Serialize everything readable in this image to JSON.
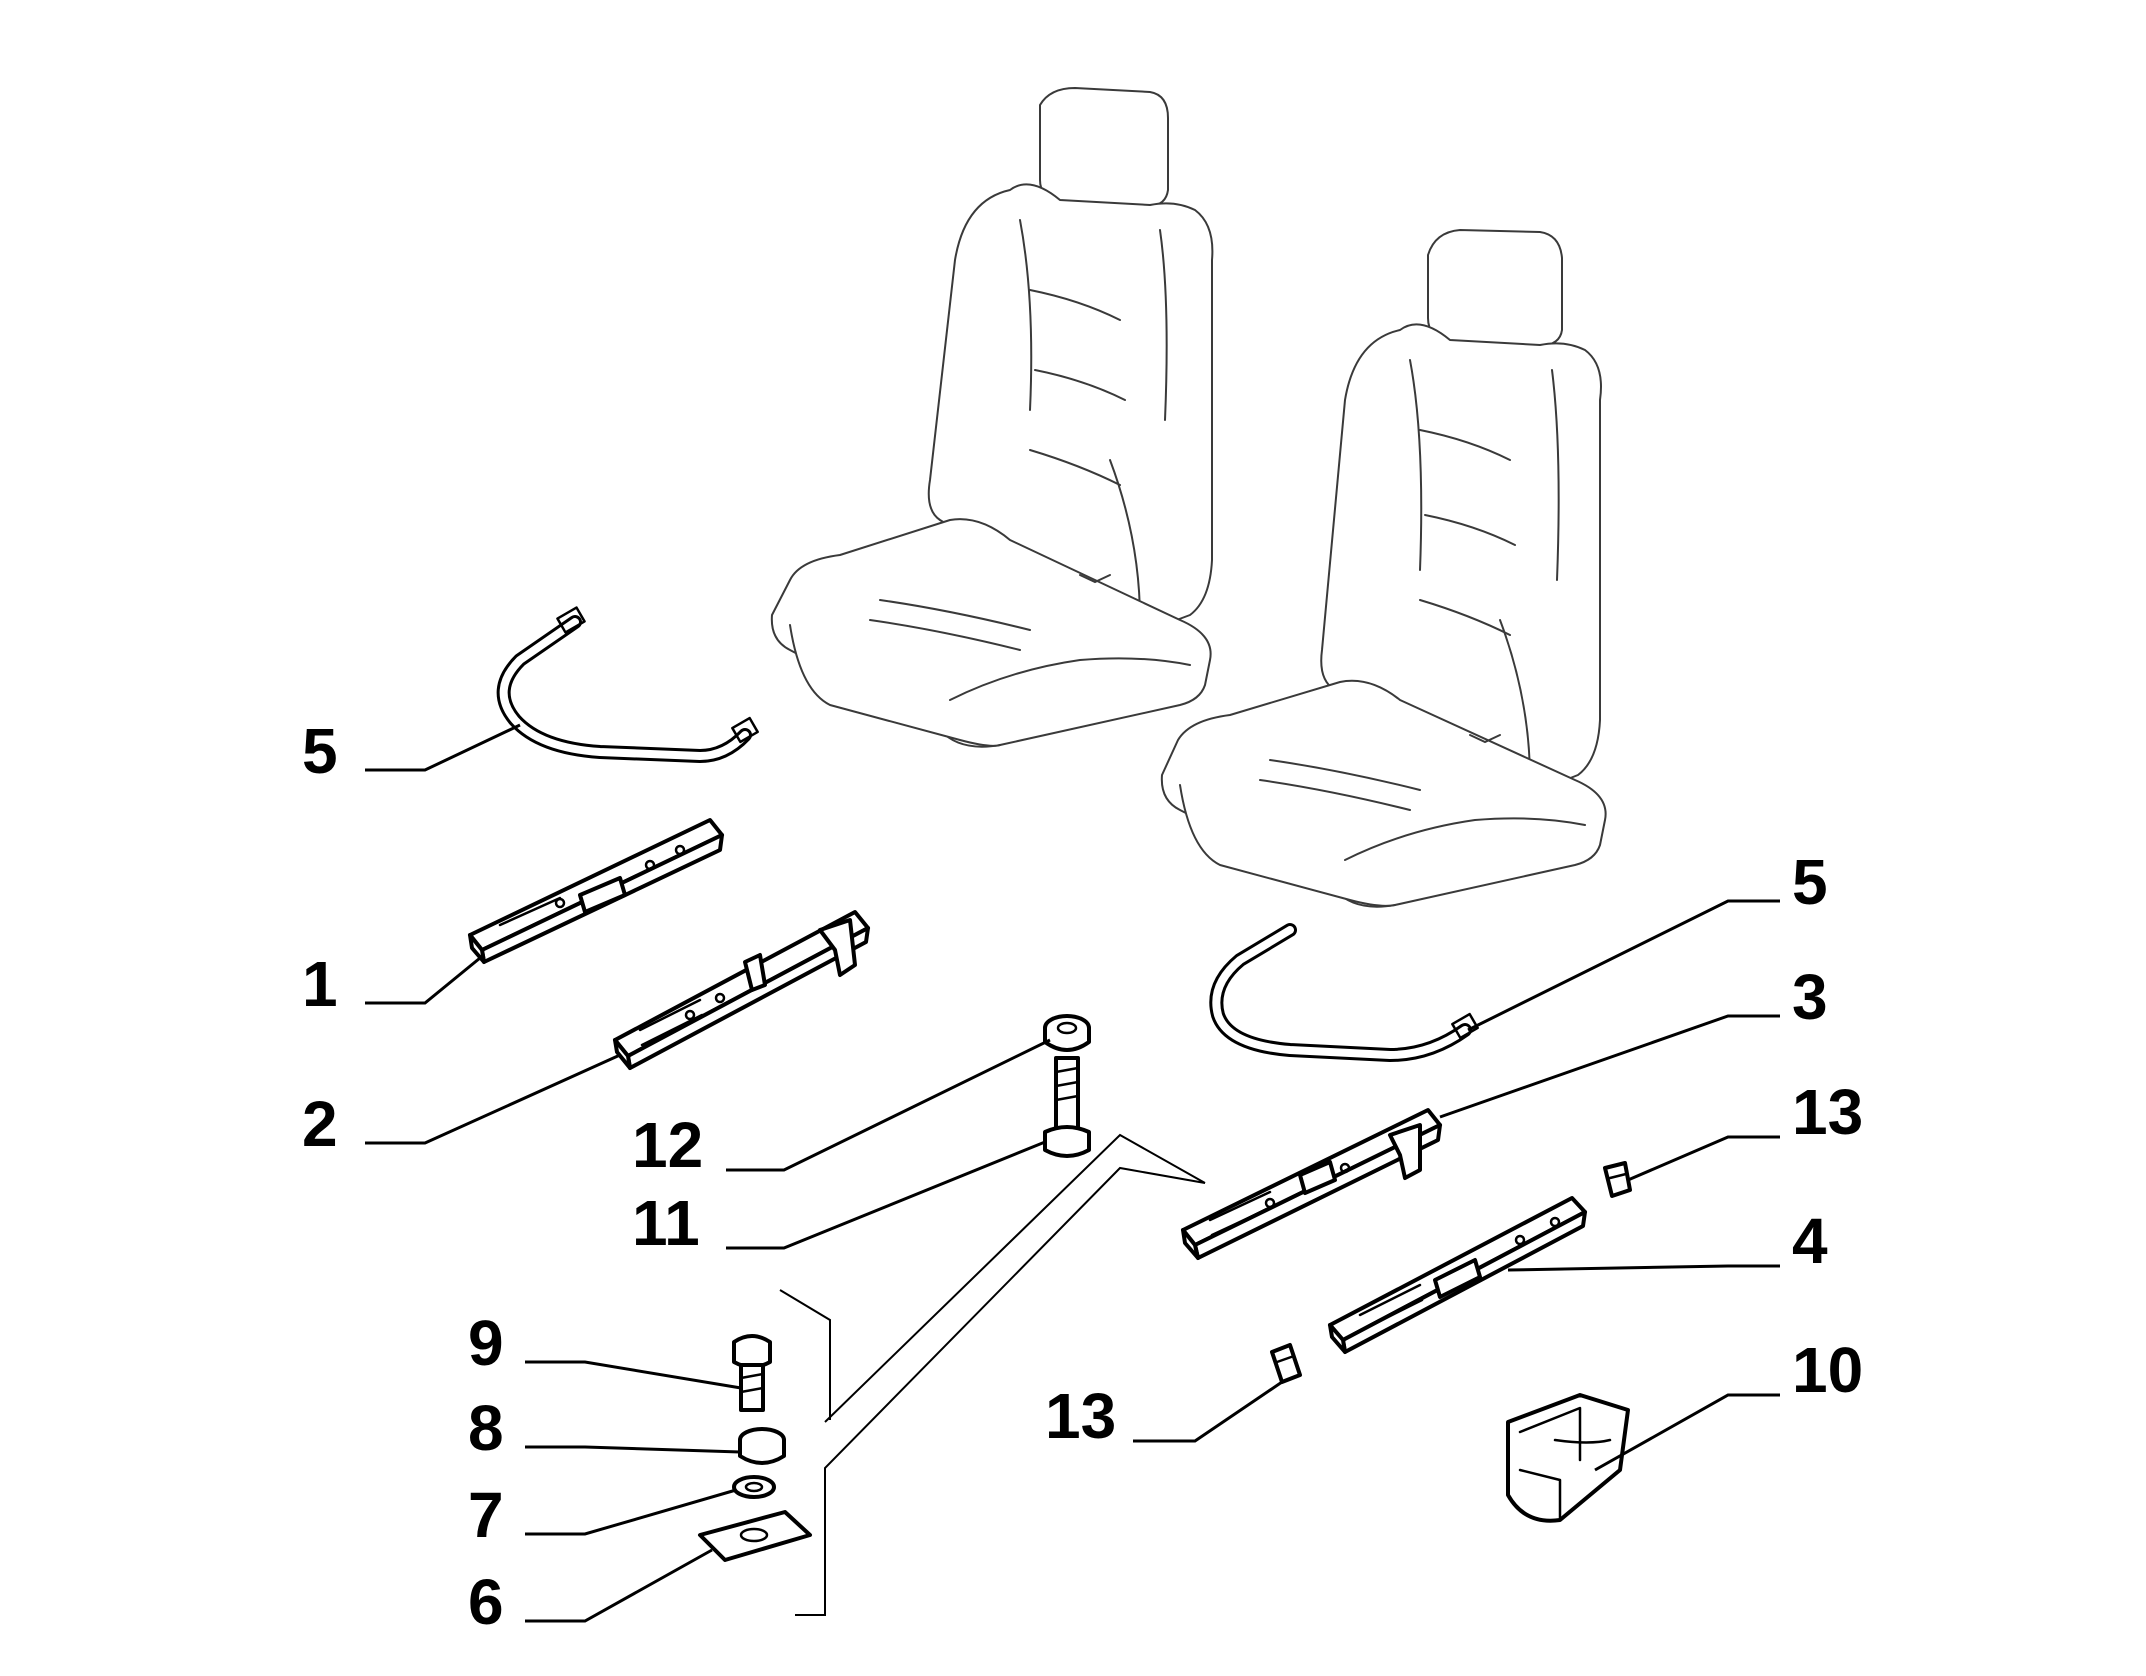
{
  "callouts": {
    "c1": "1",
    "c2": "2",
    "c3": "3",
    "c4": "4",
    "c5_left": "5",
    "c5_right": "5",
    "c6": "6",
    "c7": "7",
    "c8": "8",
    "c9": "9",
    "c10": "10",
    "c11": "11",
    "c12": "12",
    "c13_upper": "13",
    "c13_lower": "13"
  },
  "colors": {
    "line": "#000000",
    "seat_outline": "#3a3a3a",
    "background": "#ffffff"
  }
}
